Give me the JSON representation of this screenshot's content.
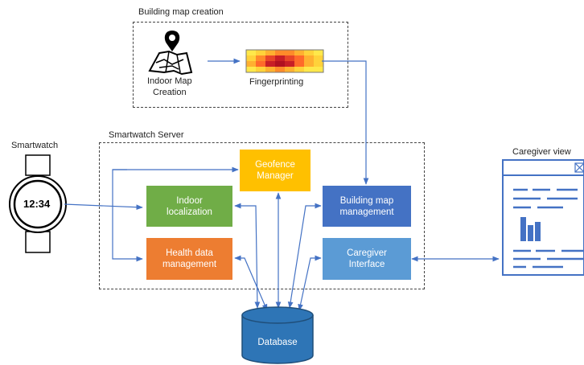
{
  "groups": {
    "building_map": "Building map creation",
    "server": "Smartwatch Server"
  },
  "labels": {
    "smartwatch": "Smartwatch",
    "watch_time": "12:34",
    "indoor_map": "Indoor Map\nCreation",
    "fingerprinting": "Fingerprinting",
    "caregiver_view": "Caregiver view"
  },
  "components": {
    "geofence": "Geofence\nManager",
    "indoor_localization": "Indoor\nlocalization",
    "health_data": "Health data\nmanagement",
    "building_map_mgmt": "Building map\nmanagement",
    "caregiver_interface": "Caregiver\nInterface",
    "database": "Database"
  },
  "colors": {
    "geofence": "#FFC000",
    "indoor_localization": "#70AD47",
    "health_data": "#ED7D31",
    "building_map_mgmt": "#4472C4",
    "caregiver_interface": "#5B9BD5",
    "database": "#2E75B6",
    "arrow": "#4472C4"
  },
  "icons": {
    "map": "map-pin-icon",
    "heatmap": "heatmap-icon",
    "watch": "smartwatch-icon",
    "caregiver": "document-chart-icon"
  }
}
